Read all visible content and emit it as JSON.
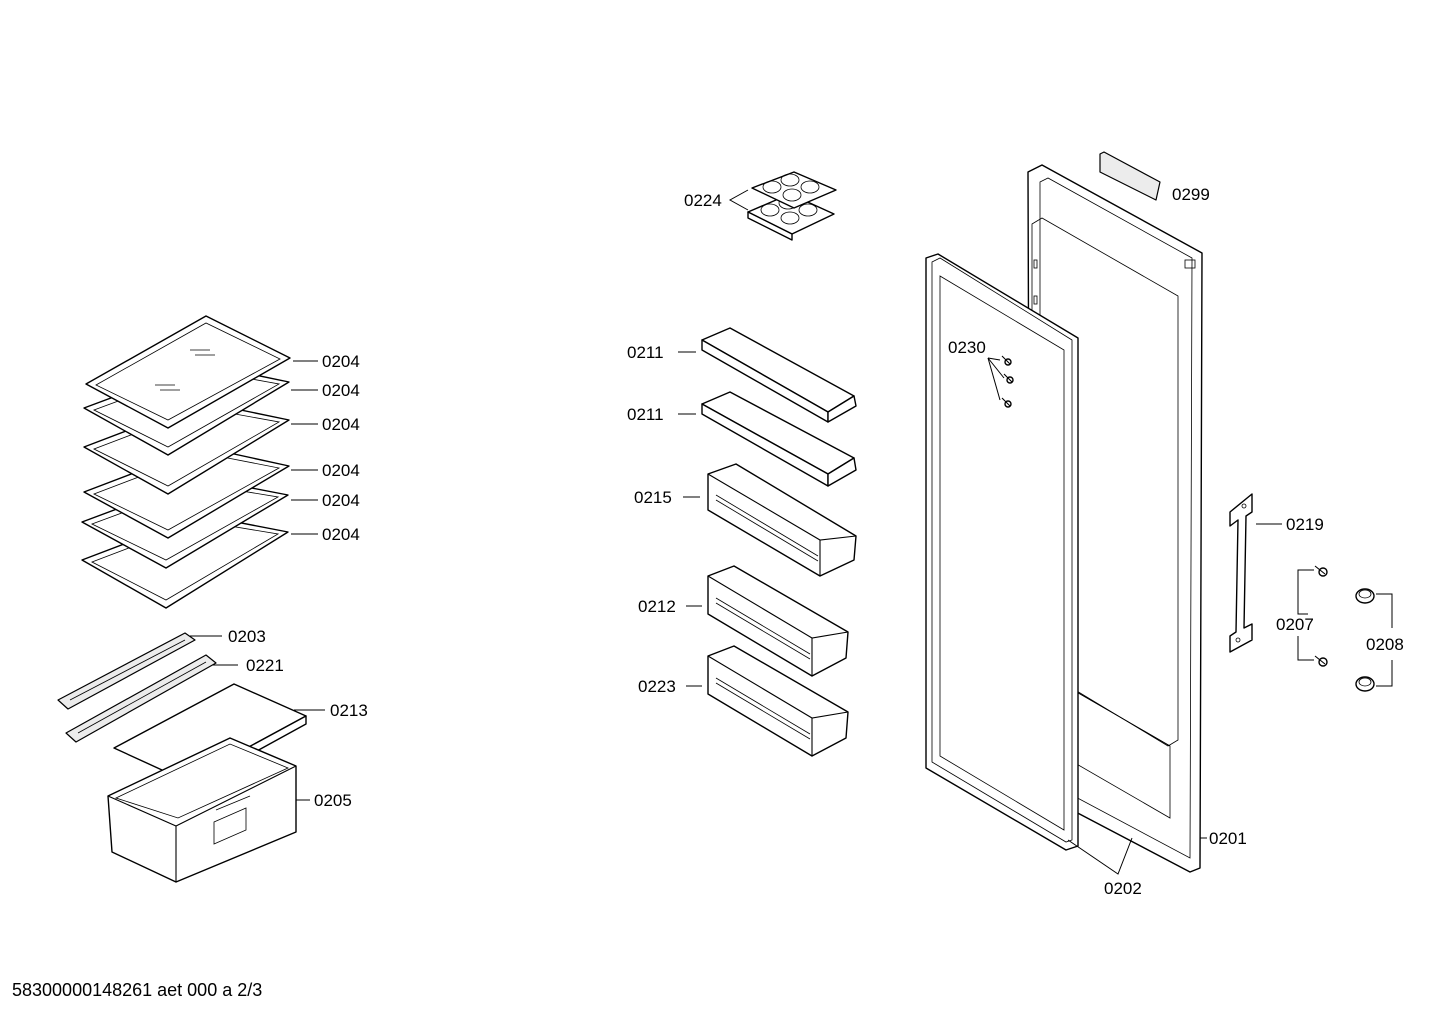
{
  "labels": {
    "l0204a": "0204",
    "l0204b": "0204",
    "l0204c": "0204",
    "l0204d": "0204",
    "l0204e": "0204",
    "l0204f": "0204",
    "l0203": "0203",
    "l0221": "0221",
    "l0213": "0213",
    "l0205": "0205",
    "l0224": "0224",
    "l0211a": "0211",
    "l0211b": "0211",
    "l0215": "0215",
    "l0212": "0212",
    "l0223": "0223",
    "l0230": "0230",
    "l0299": "0299",
    "l0219": "0219",
    "l0207": "0207",
    "l0208": "0208",
    "l0201": "0201",
    "l0202": "0202"
  },
  "footer": {
    "doc_id": "58300000148261 aet 000 a 2/3"
  }
}
